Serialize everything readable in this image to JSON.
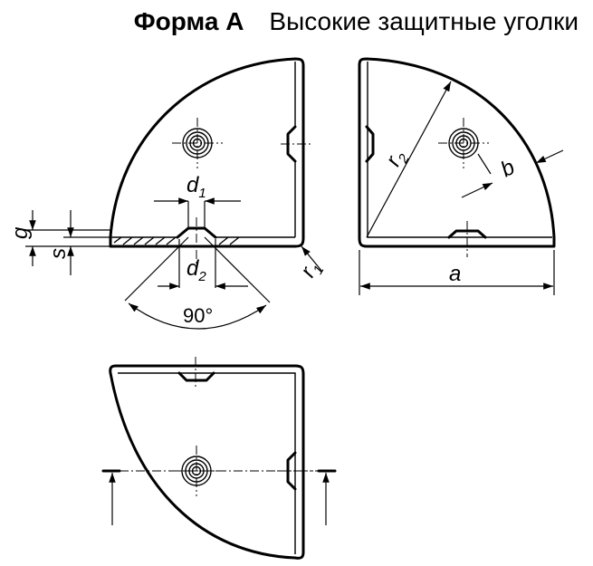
{
  "title": {
    "bold": "Форма А",
    "rest": "Высокие защитные уголки"
  },
  "labels": {
    "d1_main": "d",
    "d1_sub": "1",
    "d2_main": "d",
    "d2_sub": "2",
    "g": "g",
    "s": "s",
    "r1_main": "r",
    "r1_sub": "1",
    "r2_main": "r",
    "r2_sub": "2",
    "b": "b",
    "a": "a",
    "angle": "90°"
  }
}
